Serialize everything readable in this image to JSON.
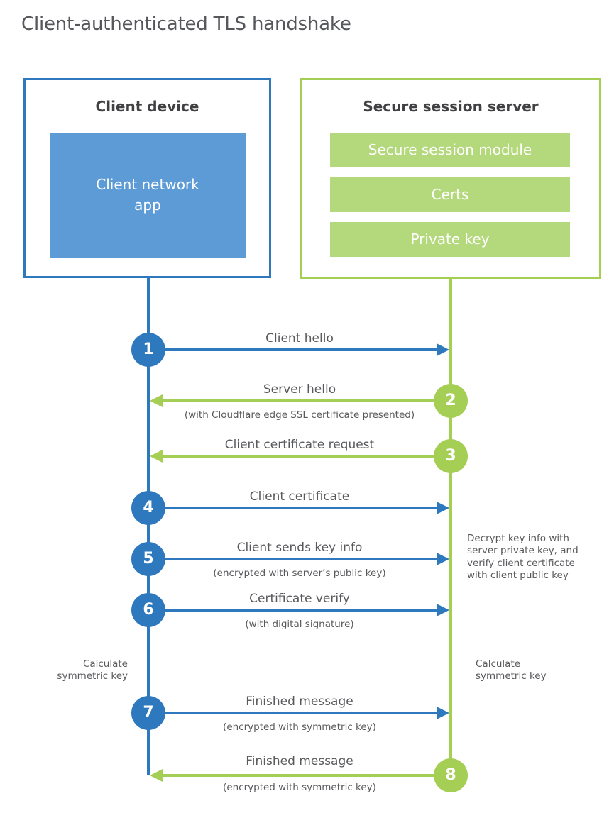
{
  "title": "Client-authenticated TLS handshake",
  "colors": {
    "blue": "#2E78BE",
    "blue_fill": "#5C9BD6",
    "green": "#A5CE55",
    "green_fill": "#B4D97D",
    "text_dark": "#414042",
    "text_gray": "#58595C",
    "title_gray": "#55575B"
  },
  "client_box": {
    "title": "Client device",
    "app_label": "Client network app"
  },
  "server_box": {
    "title": "Secure session server",
    "modules": [
      "Secure session module",
      "Certs",
      "Private key"
    ]
  },
  "steps": [
    {
      "num": "1",
      "from": "client",
      "to": "server",
      "label": "Client hello",
      "sub": ""
    },
    {
      "num": "2",
      "from": "server",
      "to": "client",
      "label": "Server hello",
      "sub": "(with Cloudflare edge SSL certificate presented)"
    },
    {
      "num": "3",
      "from": "server",
      "to": "client",
      "label": "Client certificate request",
      "sub": ""
    },
    {
      "num": "4",
      "from": "client",
      "to": "server",
      "label": "Client certificate",
      "sub": ""
    },
    {
      "num": "5",
      "from": "client",
      "to": "server",
      "label": "Client sends key info",
      "sub": "(encrypted with server’s public key)"
    },
    {
      "num": "6",
      "from": "client",
      "to": "server",
      "label": "Certificate verify",
      "sub": "(with digital signature)"
    },
    {
      "num": "7",
      "from": "client",
      "to": "server",
      "label": "Finished message",
      "sub": "(encrypted with symmetric key)"
    },
    {
      "num": "8",
      "from": "server",
      "to": "client",
      "label": "Finished message",
      "sub": "(encrypted with symmetric key)"
    }
  ],
  "notes": {
    "decrypt": "Decrypt key info with server private key, and verify client certificate with client public key",
    "calc_left": "Calculate symmetric key",
    "calc_right": "Calculate symmetric key"
  }
}
